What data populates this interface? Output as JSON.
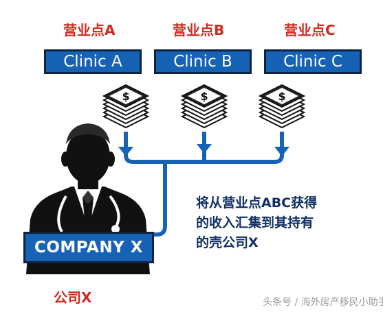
{
  "clinics": [
    {
      "title": "营业点A",
      "label": "Clinic A"
    },
    {
      "title": "营业点B",
      "label": "Clinic B"
    },
    {
      "title": "营业点C",
      "label": "Clinic C"
    }
  ],
  "description": {
    "line1": "将从营业点ABC获得",
    "line2": "的收入汇集到其持有",
    "line3": "的壳公司X"
  },
  "company": {
    "label": "COMPANY X",
    "title": "公司X"
  },
  "watermark": "头条号 / 海外房产移民小助手",
  "icons": [
    "money-stack-icon",
    "flow-arrow-icon",
    "businessman-icon"
  ],
  "colors": {
    "clinic_blue": "#1662b5",
    "dark_navy": "#0d2340",
    "title_red": "#d02a1e",
    "text_navy": "#0f2f66"
  }
}
